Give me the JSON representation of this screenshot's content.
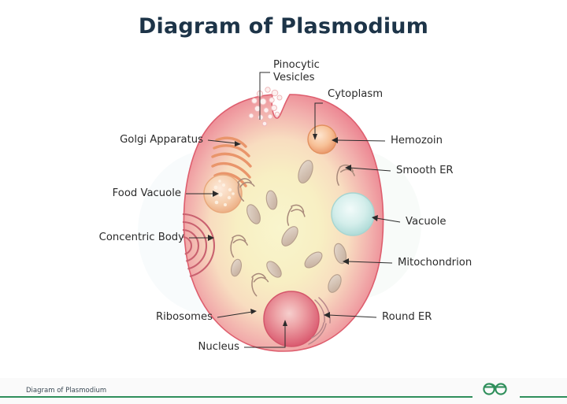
{
  "page": {
    "title": "Diagram of Plasmodium",
    "background_color": "#ffffff",
    "title_color": "#1d3448"
  },
  "diagram": {
    "subject": "Plasmodium cell",
    "cell": {
      "membrane_color": "#e8707f",
      "rim_color": "#ef8a95",
      "cytoplasm_color": "#f6f0c4",
      "mid_color": "#f7d7c0"
    },
    "labels": [
      {
        "id": "pinocytic-vesicles",
        "text": "Pinocytic\nVesicles",
        "line1": "Pinocytic",
        "line2": "Vesicles",
        "side": "top"
      },
      {
        "id": "cytoplasm",
        "text": "Cytoplasm",
        "side": "top-right"
      },
      {
        "id": "golgi-apparatus",
        "text": "Golgi Apparatus",
        "side": "left"
      },
      {
        "id": "food-vacuole",
        "text": "Food Vacuole",
        "side": "left"
      },
      {
        "id": "concentric-body",
        "text": "Concentric Body",
        "side": "left"
      },
      {
        "id": "ribosomes",
        "text": "Ribosomes",
        "side": "left"
      },
      {
        "id": "nucleus",
        "text": "Nucleus",
        "side": "left"
      },
      {
        "id": "hemozoin",
        "text": "Hemozoin",
        "side": "right"
      },
      {
        "id": "smooth-er",
        "text": "Smooth ER",
        "side": "right"
      },
      {
        "id": "vacuole",
        "text": "Vacuole",
        "side": "right"
      },
      {
        "id": "mitochondrion",
        "text": "Mitochondrion",
        "side": "right"
      },
      {
        "id": "round-er",
        "text": "Round ER",
        "side": "right"
      }
    ],
    "organelles": {
      "golgi_color": "#e9956b",
      "food_vacuole_color": "#f0b98e",
      "concentric_body_color": "#c9616f",
      "hemozoin_color": "#f2a878",
      "vacuole_color": "#bfe3e0",
      "mitochondrion_color": "#cdb8a6",
      "nucleus_color": "#e0657a",
      "er_color": "#a8897a",
      "vesicle_color": "#fbe3e0"
    }
  },
  "footer": {
    "caption": "Diagram of Plasmodium",
    "logo_name": "geeksforgeeks-logo",
    "accent_color": "#2f8f5b"
  }
}
